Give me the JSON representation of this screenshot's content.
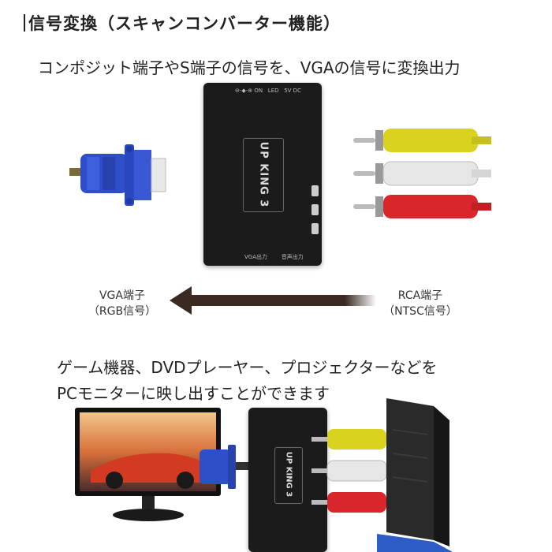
{
  "heading": {
    "title": "信号変換（スキャンコンバーター機能）"
  },
  "intro": {
    "text": "コンポジット端子やS端子の信号を、VGAの信号に変換出力"
  },
  "diagram": {
    "left_label_line1": "VGA端子",
    "left_label_line2": "（RGB信号）",
    "right_label_line1": "RCA端子",
    "right_label_line2": "（NTSC信号）",
    "device_name": "UP KING 3",
    "plug_colors": [
      "#d9d21f",
      "#e6e6e6",
      "#d8262b"
    ],
    "vga_color": "#2f4fc8"
  },
  "usage": {
    "line1": "ゲーム機器、DVDプレーヤー、プロジェクターなどを",
    "line2": "PCモニターに映し出すことができます"
  }
}
